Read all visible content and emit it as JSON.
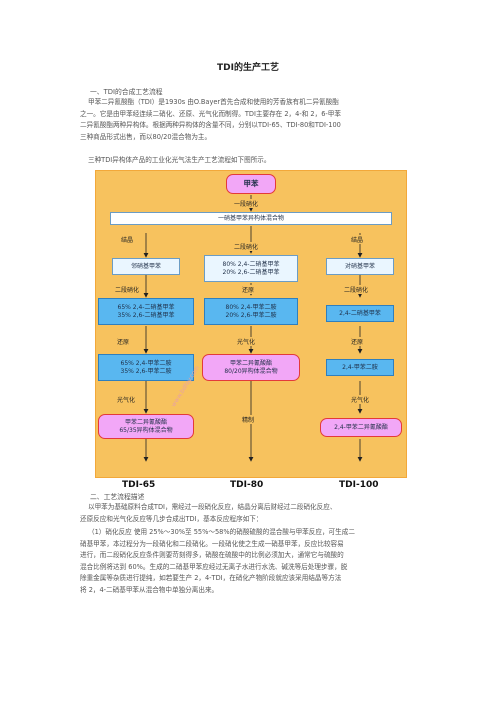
{
  "doc": {
    "title": "TDI的生产工艺",
    "section1": "一、TDI的合成工艺流程",
    "para1": [
      "甲苯二异氰酸酯（TDI）是1930s 由O.Bayer首先合成和使用的芳香族有机二异氰酸酯",
      "之一。它是由甲苯经连续二硝化、还原、光气化而制得。TDI主要存在 2，4-和 2，6-甲苯",
      "二异氰酸酯两种异构体。根据两种异构体的含量不同，分别以TDI-65、TDI-80和TDI-100",
      "三种商品形式出售，而以80/20混合物为主。"
    ],
    "para2": "三种TDI异构体产品的工业化光气法生产工艺流程如下图所示。",
    "section2": "二、工艺流程描述",
    "para3": [
      "以甲苯为基础原料合成TDI，需经过一段硝化反应，结晶分离后财经过二段硝化反应、",
      "还原反应和光气化反应等几步合成出TDI，基本反应程序如下："
    ],
    "para4": [
      "（1）硝化反应 使用 25%～30%至 55%～58%的硝酸硫酸的混合酸与甲苯反应，可生成二",
      "硝基甲苯，本过程分为一段硝化和二段硝化。一段硝化使之生成一硝基甲苯，反应比较容易",
      "进行，而二段硝化反应条件则要苛刻得多，硝酸在硫酸中的比例必须加大，通常它与硫酸的",
      "混合比例将达到 60%。生成的二硝基甲苯应经过无离子水进行水洗、碱洗等后处理步骤，脱",
      "除重金属等杂质进行提纯，如若要生产 2，4-TDI，在硝化产物阶段就应该采用结晶等方法",
      "将 2，4-二硝基甲苯从混合物中单独分离出来。"
    ]
  },
  "flow": {
    "top": "甲苯",
    "step1": "一段硝化",
    "mix": "一硝基甲苯异构体混合物",
    "left_branch": "结晶",
    "center_branch": "二段硝化",
    "right_branch": "结晶",
    "l1": "邻硝基甲苯",
    "l_step2": "二段硝化",
    "l2": [
      "65% 2,4-二硝基甲苯",
      "35% 2,6-二硝基甲苯"
    ],
    "l_step3": "还原",
    "l3": [
      "65% 2,4-甲苯二胺",
      "35% 2,6-甲苯二胺"
    ],
    "l_step4": "光气化",
    "l4": [
      "甲苯二异氰酸酯",
      "65/35异构体混合物"
    ],
    "c1": [
      "80% 2,4-二硝基甲苯",
      "20% 2,6-二硝基甲苯"
    ],
    "c_step2": "还原",
    "c2": [
      "80% 2,4-甲苯二胺",
      "20% 2,6-甲苯二胺"
    ],
    "c_step3": "光气化",
    "c3": [
      "甲苯二异氰酸酯",
      "80/20异构体混合物"
    ],
    "c_step4": "精制",
    "r1": "对硝基甲苯",
    "r_step2": "二段硝化",
    "r2": "2,4-二硝基甲苯",
    "r_step3": "还原",
    "r3": "2,4-甲苯二胺",
    "r_step4": "光气化",
    "r4": "2,4-甲苯二异氰酸酯",
    "products": [
      "TDI-65",
      "TDI-80",
      "TDI-100"
    ],
    "watermark": "www.bdfqy.com"
  }
}
